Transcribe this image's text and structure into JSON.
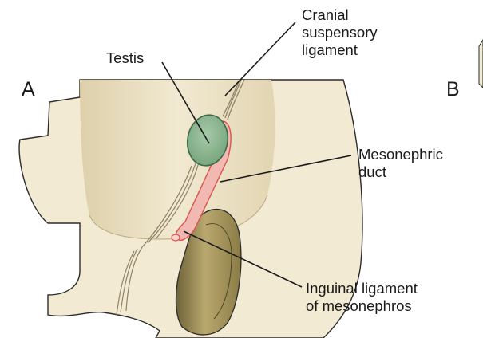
{
  "panels": {
    "a": "A",
    "b": "B"
  },
  "labels": {
    "testis": "Testis",
    "cranial_suspensory": [
      "Cranial",
      "suspensory",
      "ligament"
    ],
    "mesonephric_duct": [
      "Mesonephric",
      "duct"
    ],
    "inguinal_ligament": [
      "Inguinal ligament",
      "of mesonephros"
    ]
  },
  "colors": {
    "body_wall": "#f3ead3",
    "cavity_fill": "#e9dcb9",
    "testis_fill": "#8ab58f",
    "testis_stroke": "#3a6b45",
    "duct_fill": "#f2b9b3",
    "duct_stroke": "#d9534f",
    "ligament": "#8f8266",
    "inguinal_fold_fill": "#a39159",
    "outline": "#2b2b2b"
  }
}
